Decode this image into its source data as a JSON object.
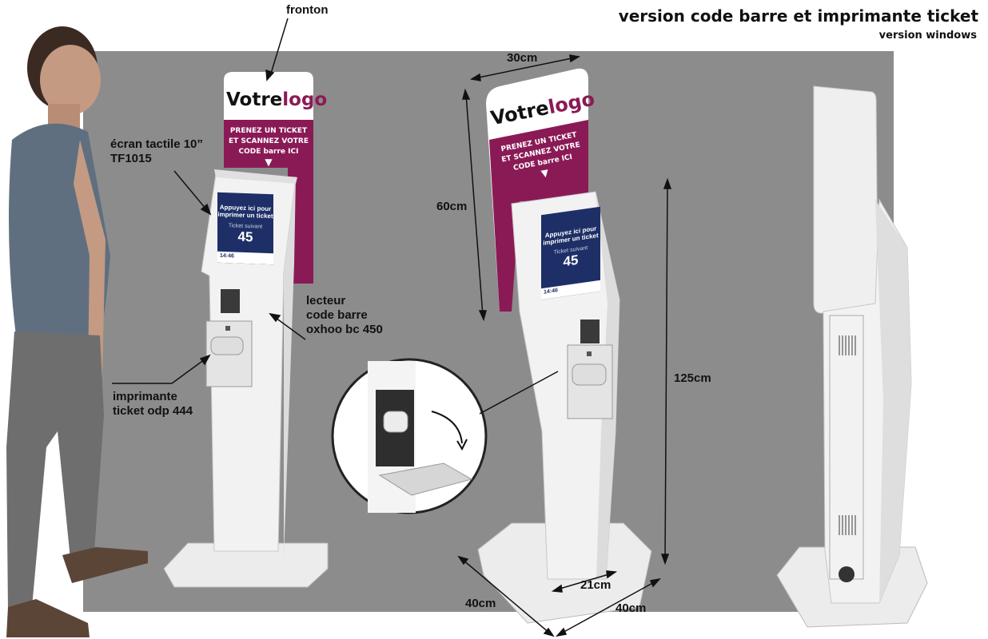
{
  "header": {
    "title": "version code barre et imprimante ticket",
    "subtitle": "version windows"
  },
  "labels": {
    "fronton": "fronton",
    "screen_line1": "écran tactile 10”",
    "screen_line2": "TF1015",
    "reader_line1": "lecteur",
    "reader_line2": "code barre",
    "reader_line3": "oxhoo bc 450",
    "printer_line1": "imprimante",
    "printer_line2": "ticket odp 444"
  },
  "dimensions": {
    "width_top": "30cm",
    "height_fronton": "60cm",
    "height_total": "125cm",
    "width_column": "21cm",
    "base_left": "40cm",
    "base_right": "40cm"
  },
  "kiosk": {
    "logo_part1": "Votre",
    "logo_part2": "logo",
    "fronton_text_1": "PRENEZ UN TICKET",
    "fronton_text_2": "ET SCANNEZ VOTRE",
    "fronton_text_3": "CODE barre ICI",
    "screen_text_1": "Appuyez ici pour",
    "screen_text_2": "imprimer un ticket",
    "screen_next_label": "Ticket suivant",
    "screen_number": "45",
    "screen_time": "14:46"
  },
  "colors": {
    "background_panel": "#8c8c8c",
    "fronton_purple": "#8a1a55",
    "screen_blue": "#1d2f66",
    "kiosk_white": "#f2f2f2"
  }
}
